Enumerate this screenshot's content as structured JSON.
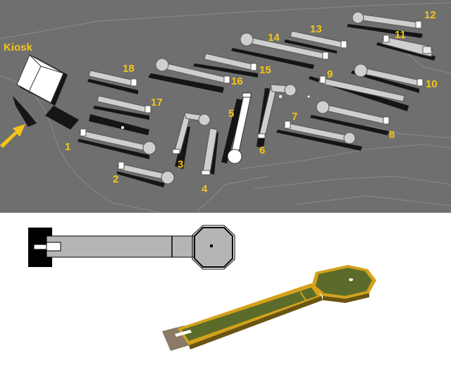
{
  "kiosk": {
    "label": "Kiosk"
  },
  "hole_labels": [
    "1",
    "2",
    "3",
    "4",
    "5",
    "6",
    "7",
    "8",
    "9",
    "10",
    "11",
    "12",
    "13",
    "14",
    "15",
    "16",
    "17",
    "18"
  ],
  "colors": {
    "ground": "#6f6f6f",
    "shadow": "#151515",
    "lane": "#cfcfcf",
    "lane_edge": "#555555",
    "highlight_lane": "#ffffff",
    "label": "#f5c518",
    "arrow": "#f5c518",
    "iso_turf": "#5b6b2a",
    "iso_border": "#d4a21a",
    "iso_mat": "#8a7a66"
  },
  "icons": {
    "entrance_arrow": "arrow-icon",
    "hole_cup": "cup-icon"
  }
}
